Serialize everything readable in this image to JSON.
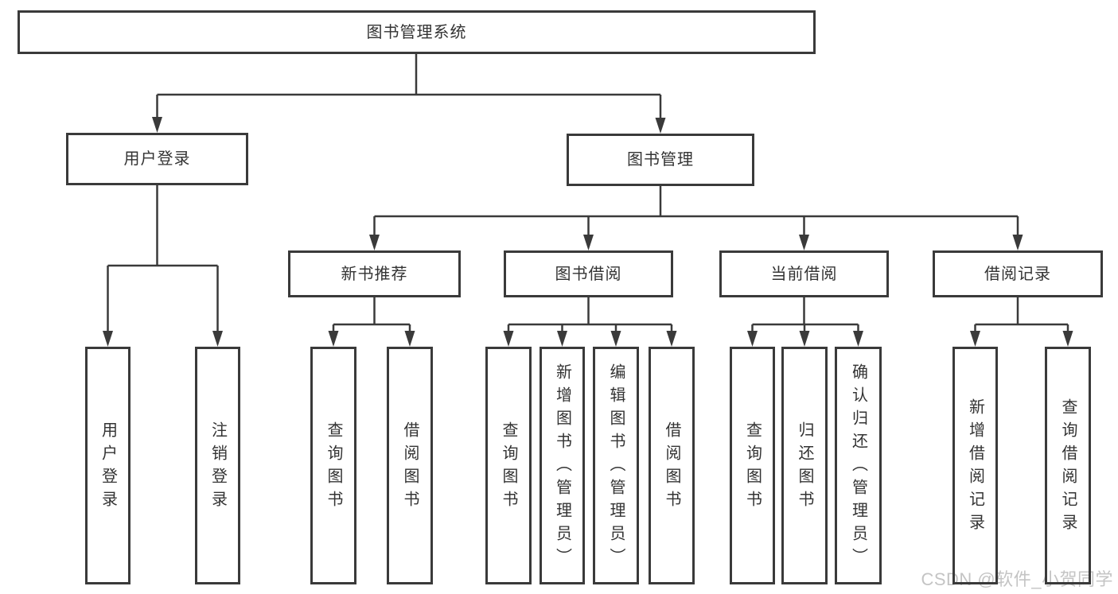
{
  "tree": {
    "root": {
      "label": "图书管理系统"
    },
    "branches": [
      {
        "label": "用户登录",
        "children": [
          {
            "label": "用户登录"
          },
          {
            "label": "注销登录"
          }
        ]
      },
      {
        "label": "图书管理",
        "groups": [
          {
            "label": "新书推荐",
            "children": [
              {
                "label": "查询图书"
              },
              {
                "label": "借阅图书"
              }
            ]
          },
          {
            "label": "图书借阅",
            "children": [
              {
                "label": "查询图书"
              },
              {
                "label": "新增图书（管理员）"
              },
              {
                "label": "编辑图书（管理员）"
              },
              {
                "label": "借阅图书"
              }
            ]
          },
          {
            "label": "当前借阅",
            "children": [
              {
                "label": "查询图书"
              },
              {
                "label": "归还图书"
              },
              {
                "label": "确认归还（管理员）"
              }
            ]
          },
          {
            "label": "借阅记录",
            "children": [
              {
                "label": "新增借阅记录"
              },
              {
                "label": "查询借阅记录"
              }
            ]
          }
        ]
      }
    ]
  },
  "colors": {
    "line": "#3a3a3a",
    "text": "#333333",
    "watermark": "#c4c4c4",
    "background": "#ffffff"
  },
  "watermark": {
    "text": "CSDN @软件_小贺同学"
  }
}
